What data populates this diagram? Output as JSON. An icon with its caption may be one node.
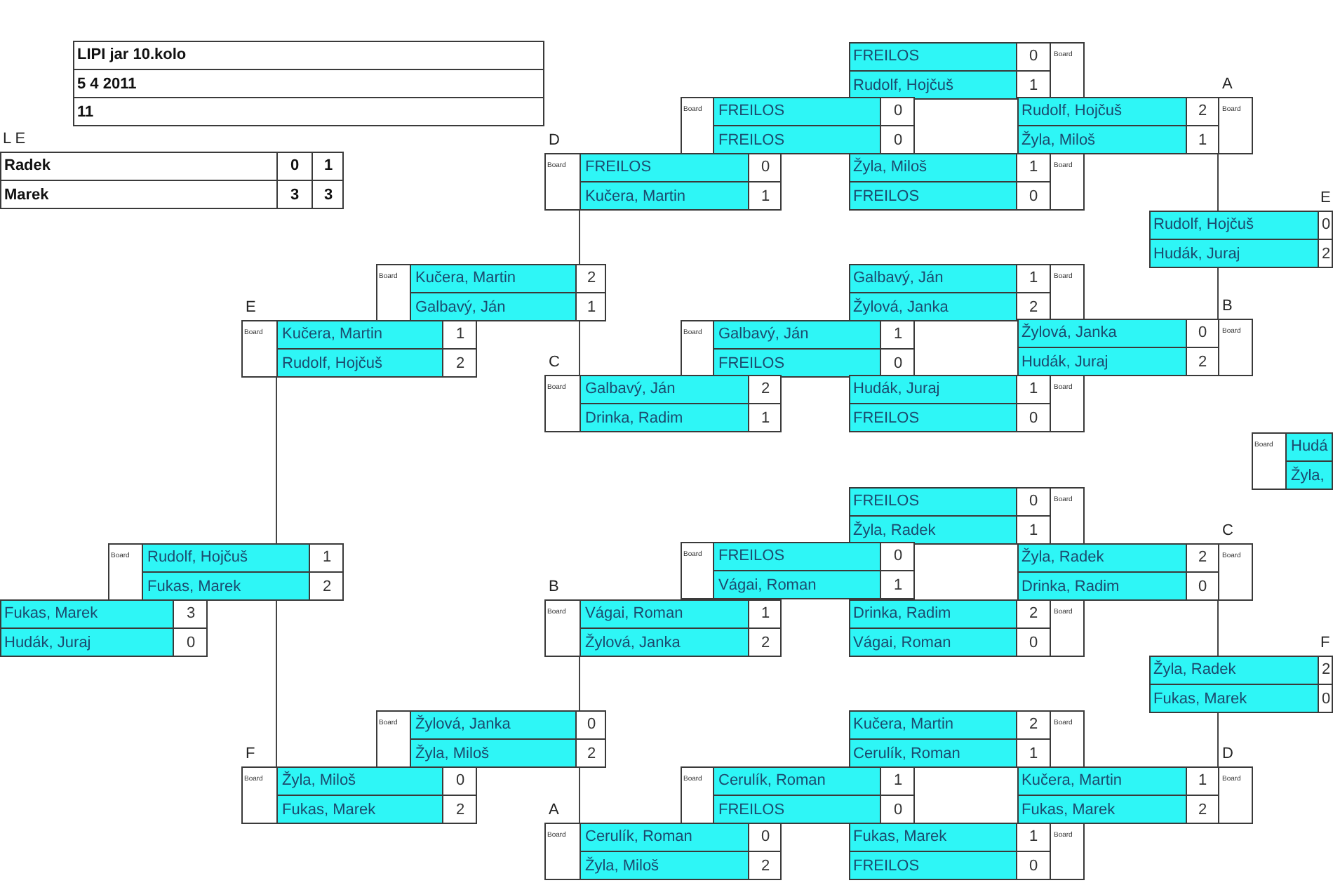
{
  "diagram": {
    "nodes": [
      {
        "text": [
          "LIPI jar 10.kolo",
          "5 4 2011",
          "11"
        ]
      },
      {
        "text": [
          "FREILOS",
          "0",
          "Board",
          "Rudolf, Hojčuš",
          "1"
        ]
      },
      {
        "text": [
          "L E",
          "Radek",
          "0",
          "1",
          "Marek",
          "3",
          "3"
        ]
      },
      {
        "text": [
          "Board",
          "FREILOS",
          "0",
          "FREILOS",
          "0"
        ]
      },
      {
        "text": [
          "A",
          "Rudolf, Hojčuš",
          "2",
          "Board",
          "Žyla, Miloš",
          "1"
        ]
      },
      {
        "text": [
          "D",
          "Board",
          "FREILOS",
          "0",
          "Kučera, Martin",
          "1"
        ]
      },
      {
        "text": [
          "Žyla, Miloš",
          "1",
          "Board",
          "FREILOS",
          "0"
        ]
      },
      {
        "text": [
          "E",
          "Rudolf, Hojčuš",
          "0",
          "Hudák, Juraj",
          "2"
        ]
      },
      {
        "text": [
          "Board",
          "Kučera, Martin",
          "2",
          "Galbavý, Ján",
          "1"
        ]
      },
      {
        "text": [
          "Galbavý, Ján",
          "1",
          "Board",
          "Žylová, Janka",
          "2"
        ]
      },
      {
        "text": [
          "E",
          "Board",
          "Kučera, Martin",
          "1",
          "Rudolf, Hojčuš",
          "2"
        ]
      },
      {
        "text": [
          "Board",
          "Galbavý, Ján",
          "1",
          "FREILOS",
          "0"
        ]
      },
      {
        "text": [
          "B",
          "Žylová, Janka",
          "0",
          "Board",
          "Hudák, Juraj",
          "2"
        ]
      },
      {
        "text": [
          "C",
          "Board",
          "Galbavý, Ján",
          "2",
          "Drinka, Radim",
          "1"
        ]
      },
      {
        "text": [
          "Hudák, Juraj",
          "1",
          "Board",
          "FREILOS",
          "0"
        ]
      },
      {
        "text": [
          "Board",
          "Hudá",
          "Žyla,"
        ]
      },
      {
        "text": [
          "FREILOS",
          "0",
          "Board",
          "Žyla, Radek",
          "1"
        ]
      },
      {
        "text": [
          "Board",
          "Rudolf, Hojčuš",
          "1",
          "Fukas, Marek",
          "2"
        ]
      },
      {
        "text": [
          "Board",
          "FREILOS",
          "0",
          "Vágai, Roman",
          "1"
        ]
      },
      {
        "text": [
          "C",
          "Žyla, Radek",
          "2",
          "Board",
          "Drinka, Radim",
          "0"
        ]
      },
      {
        "text": [
          "B",
          "Board",
          "Vágai, Roman",
          "1",
          "Žylová, Janka",
          "2"
        ]
      },
      {
        "text": [
          "Fukas, Marek",
          "3",
          "Hudák, Juraj",
          "0"
        ]
      },
      {
        "text": [
          "Drinka, Radim",
          "2",
          "Board",
          "Vágai, Roman",
          "0"
        ]
      },
      {
        "text": [
          "F",
          "Žyla, Radek",
          "2",
          "Fukas, Marek",
          "0"
        ]
      },
      {
        "text": [
          "Board",
          "Žylová, Janka",
          "0",
          "Žyla, Miloš",
          "2"
        ]
      },
      {
        "text": [
          "Kučera, Martin",
          "2",
          "Board",
          "Cerulík, Roman",
          "1"
        ]
      },
      {
        "text": [
          "F",
          "Board",
          "Žyla, Miloš",
          "0",
          "Fukas, Marek",
          "2"
        ]
      },
      {
        "text": [
          "Board",
          "Cerulík, Roman",
          "1",
          "FREILOS",
          "0"
        ]
      },
      {
        "text": [
          "D",
          "Kučera, Martin",
          "1",
          "Board",
          "Fukas, Marek",
          "2"
        ]
      },
      {
        "text": [
          "A",
          "Board",
          "Cerulík, Roman",
          "0",
          "Žyla, Miloš",
          "2"
        ]
      },
      {
        "text": [
          "Fukas, Marek",
          "1",
          "Board",
          "FREILOS",
          "0"
        ]
      }
    ],
    "edges": [
      {
        "from": 5,
        "to": 8,
        "arrow": "none"
      },
      {
        "from": 13,
        "to": 8,
        "arrow": "none"
      },
      {
        "from": 20,
        "to": 24,
        "arrow": "none"
      },
      {
        "from": 29,
        "to": 24,
        "arrow": "none"
      },
      {
        "from": 10,
        "to": 17,
        "arrow": "none"
      },
      {
        "from": 26,
        "to": 17,
        "arrow": "none"
      },
      {
        "from": 4,
        "to": 7,
        "arrow": "none"
      },
      {
        "from": 12,
        "to": 7,
        "arrow": "none"
      },
      {
        "from": 19,
        "to": 23,
        "arrow": "none"
      },
      {
        "from": 28,
        "to": 23,
        "arrow": "none"
      }
    ]
  }
}
